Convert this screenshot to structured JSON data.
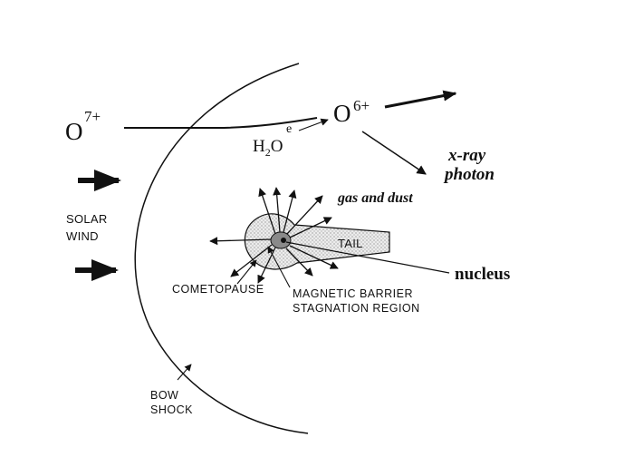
{
  "labels": {
    "o7_base": "O",
    "o7_charge": "7+",
    "o6_base": "O",
    "o6_charge": "6+",
    "h2o_h": "H",
    "h2o_2": "2",
    "h2o_o": "O",
    "electron": "e",
    "xray_line1": "x-ray",
    "xray_line2": "photon",
    "gas_dust": "gas and dust",
    "solar_line1": "SOLAR",
    "solar_line2": "WIND",
    "tail": "TAIL",
    "nucleus": "nucleus",
    "cometopause": "COMETOPAUSE",
    "magnetic_barrier": "MAGNETIC BARRIER",
    "stagnation_region": "STAGNATION REGION",
    "bow_line1": "BOW",
    "bow_line2": "SHOCK"
  },
  "colors": {
    "ink": "#111111",
    "coma_fill": "#e2e2e2",
    "nucleus_core": "#8a8a8a"
  }
}
